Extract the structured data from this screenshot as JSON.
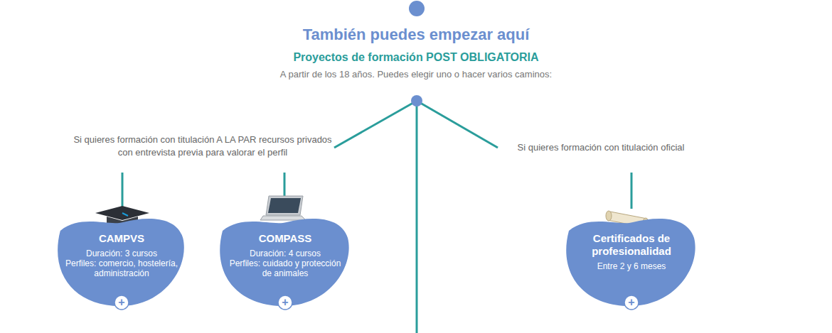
{
  "diagram": {
    "title": "También puedes empezar aquí",
    "nodes": [
      {
        "text": [
          "CAMPVS",
          "Duración: 3 cursos",
          "Perfiles: comercio, hostelería, administración"
        ]
      },
      {
        "text": [
          "+"
        ],
        "in": 0
      },
      {
        "text": [
          "COMPASS",
          "Duración: 4 cursos",
          "Perfiles: cuidado y protección de animales"
        ]
      },
      {
        "text": [
          "+"
        ],
        "in": 2
      },
      {
        "text": [
          "Certificados de profesionalidad",
          "Entre 2 y 6 meses"
        ]
      },
      {
        "text": [
          "+"
        ],
        "in": 4
      }
    ],
    "labels": [
      "Proyectos de formación POST OBLIGATORIA",
      "A partir de los 18 años. Puedes elegir uno o hacer varios caminos:",
      "Si quieres formación con titulación A LA PAR recursos privados con entrevista previa para valorar el perfil",
      "Si quieres formación con titulación oficial"
    ]
  }
}
